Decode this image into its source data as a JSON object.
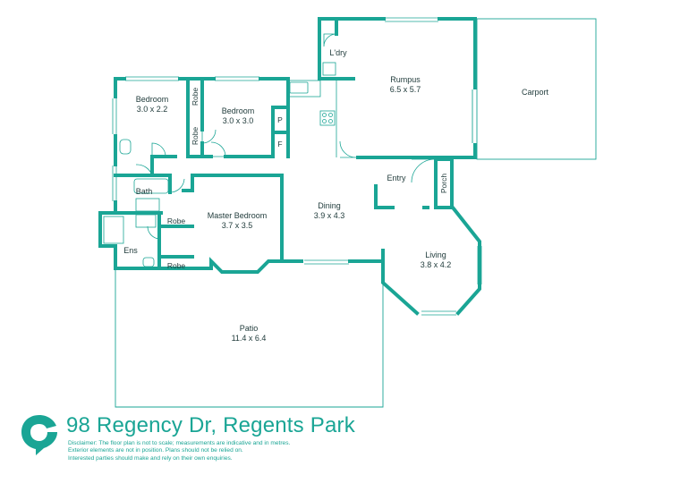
{
  "colors": {
    "wall": "#1aa595",
    "text": "#1f3a3a",
    "brand": "#1aa595"
  },
  "address": "98 Regency Dr, Regents Park",
  "disclaimer": [
    "Disclaimer: The floor plan is not to scale; measurements are indicative and in metres.",
    "Exterior elements are not in position. Plans should not be relied on.",
    "Interested parties should make and rely on their own enquiries."
  ],
  "logo_icon": "location-pin-logo-icon",
  "rooms": {
    "bedroom1": {
      "name": "Bedroom",
      "size": "3.0 x 2.2"
    },
    "bedroom2": {
      "name": "Bedroom",
      "size": "3.0 x 3.0"
    },
    "robe1": "Robe",
    "robe2": "Robe",
    "robe3": "Robe",
    "robe4": "Robe",
    "pantry": "P",
    "fridge": "F",
    "laundry": "L'dry",
    "rumpus": {
      "name": "Rumpus",
      "size": "6.5 x 5.7"
    },
    "carport": "Carport",
    "bath": "Bath",
    "ensuite": "Ens",
    "master": {
      "name": "Master Bedroom",
      "size": "3.7 x 3.5"
    },
    "dining": {
      "name": "Dining",
      "size": "3.9 x 4.3"
    },
    "entry": "Entry",
    "porch": "Porch",
    "living": {
      "name": "Living",
      "size": "3.8 x 4.2"
    },
    "patio": {
      "name": "Patio",
      "size": "11.4 x 6.4"
    }
  }
}
